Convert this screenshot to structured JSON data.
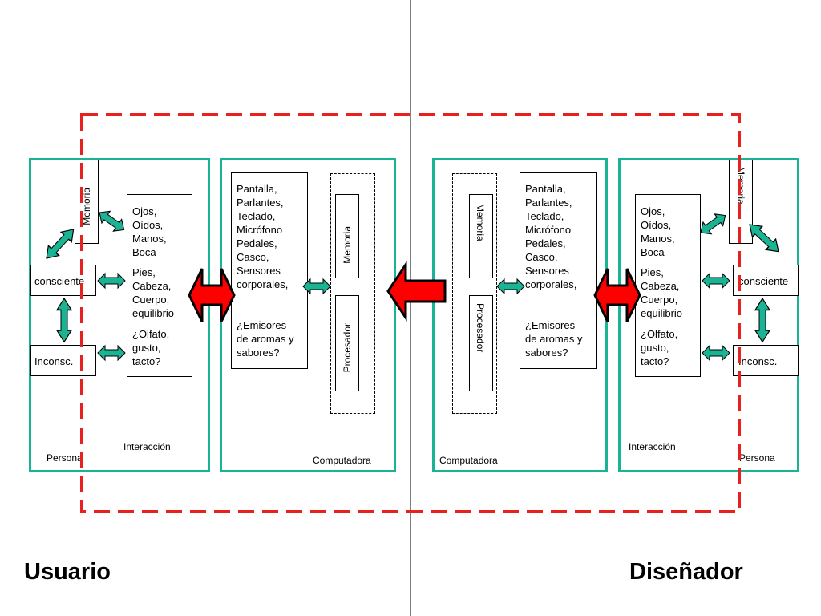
{
  "headings": {
    "left": "Usuario",
    "right": "Diseñador"
  },
  "user": {
    "persona_label": "Persona",
    "interaccion_label": "Interacción",
    "computadora_label": "Computadora",
    "memoria": "Memoria",
    "consciente": "consciente",
    "inconsciente": "Inconsc.",
    "senses_1": "Ojos,\nOídos,\nManos,\nBoca",
    "senses_2": "Pies,\nCabeza,\nCuerpo,\nequilibrio",
    "senses_3": "¿Olfato,\ngusto,\ntacto?",
    "devices_1": "Pantalla,\nParlantes,\nTeclado,\nMicrófono\nPedales,\nCasco,\nSensores\ncorporales,",
    "devices_2": "¿Emisores\nde aromas y\nsabores?",
    "comp_memoria": "Memoria",
    "comp_procesador": "Procesador"
  },
  "designer": {
    "persona_label": "Persona",
    "interaccion_label": "Interacción",
    "computadora_label": "Computadora",
    "memoria": "Memoria",
    "consciente": "consciente",
    "inconsciente": "Inconsc.",
    "senses_1": "Ojos,\nOídos,\nManos,\nBoca",
    "senses_2": "Pies,\nCabeza,\nCuerpo,\nequilibrio",
    "senses_3": "¿Olfato,\ngusto,\ntacto?",
    "devices_1": "Pantalla,\nParlantes,\nTeclado,\nMicrófono\nPedales,\nCasco,\nSensores\ncorporales,",
    "devices_2": "¿Emisores\nde aromas y\nsabores?",
    "comp_memoria": "Memoria",
    "comp_procesador": "Procesador"
  },
  "colors": {
    "panel_border": "#1ab394",
    "arrow_green": "#1ab394",
    "arrow_red": "#ff0000",
    "dashed_frame": "#e8211f",
    "divider": "#808080"
  }
}
